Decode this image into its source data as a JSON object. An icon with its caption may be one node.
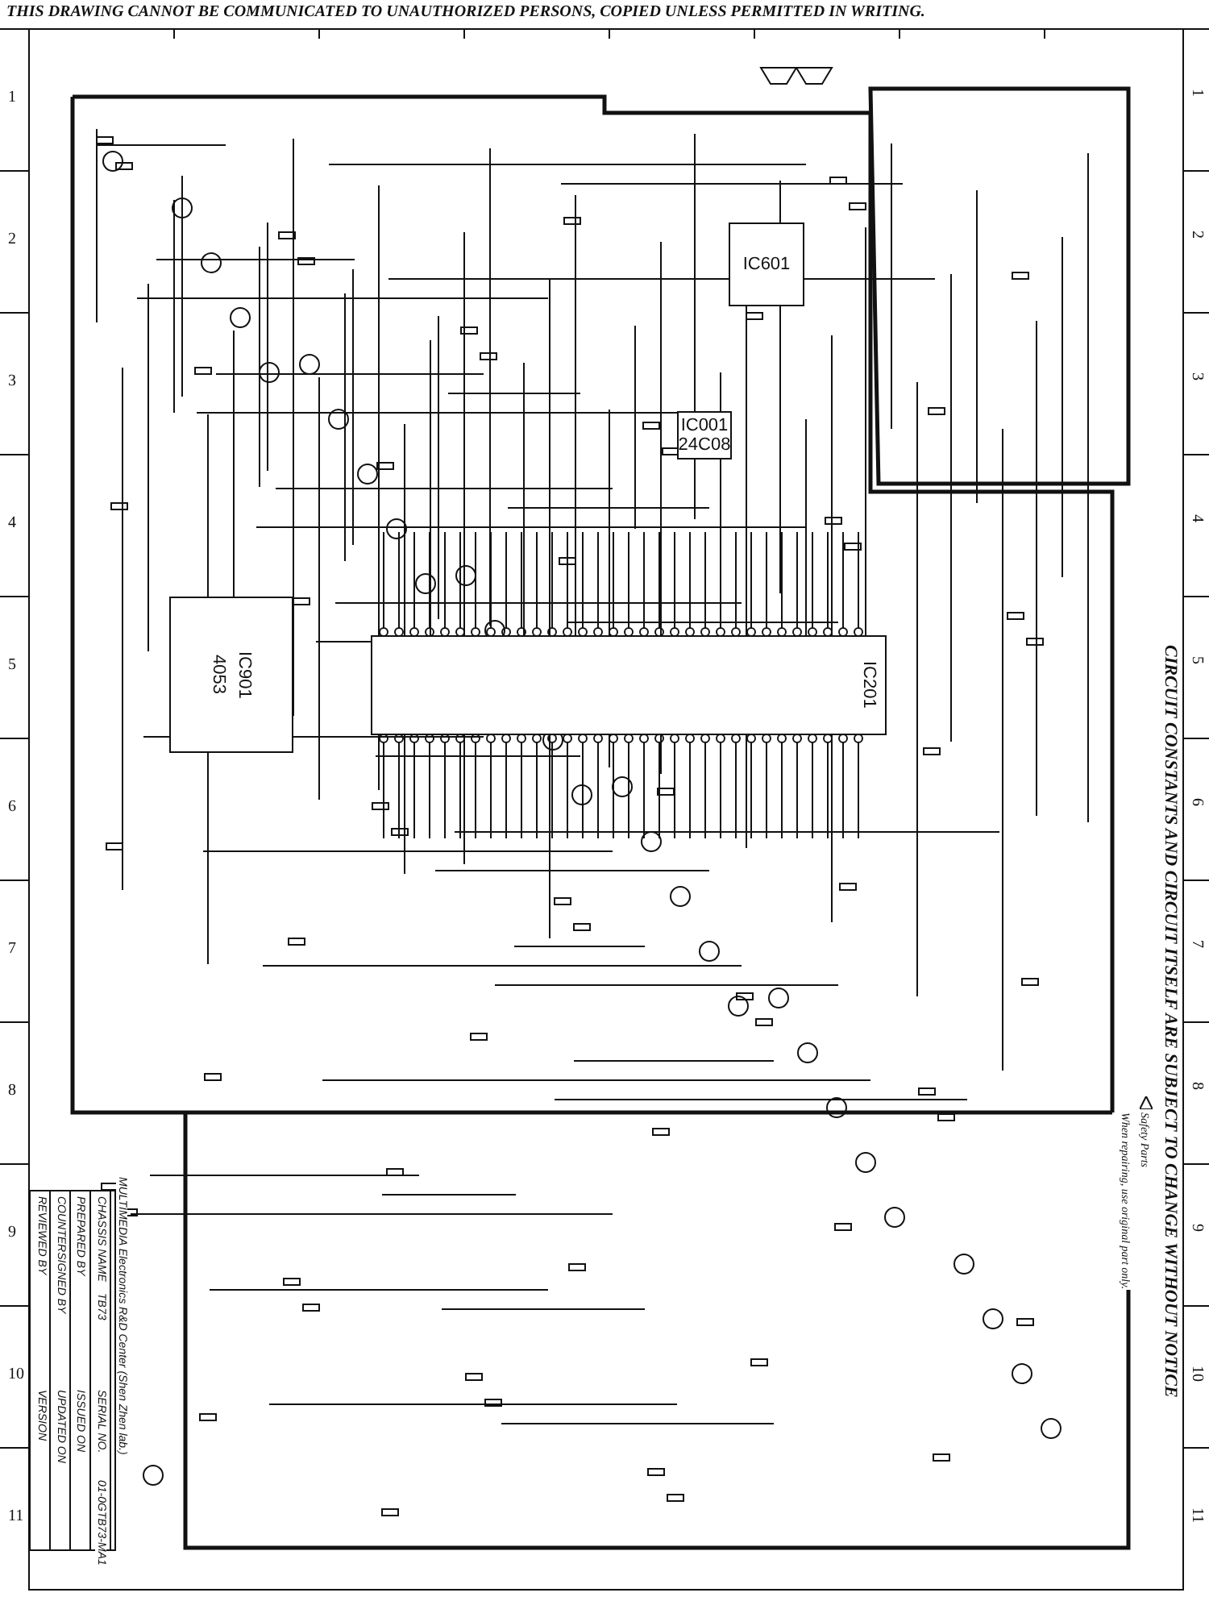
{
  "diagram": {
    "title": "THIS DRAWING CANNOT BE COMMUNICATED TO UNAUTHORIZED PERSONS, COPIED UNLESS PERMITTED IN WRITING.",
    "nodes": [
      {
        "text": [
          "IC601"
        ]
      },
      {
        "text": [
          "IC001",
          "24C08"
        ]
      },
      {
        "text": [
          "IC901",
          "4053"
        ]
      },
      {
        "text": [
          "IC201"
        ]
      }
    ],
    "labels": [
      "1",
      "2",
      "3",
      "4",
      "5",
      "6",
      "7",
      "8",
      "9",
      "10",
      "11",
      "1",
      "2",
      "3",
      "4",
      "5",
      "6",
      "7",
      "8",
      "9",
      "10",
      "11",
      "CIRCUIT CONSTANTS AND CIRCUIT ITSELF ARE SUBJECT TO CHANGE WITHOUT NOTICE",
      "Safety Parts",
      "When repairing, use original part only.",
      "MULTIMEDIA Electronics R&D Center (Shen Zhen lab.)",
      "CHASSIS NAME",
      "TB73",
      "SERIAL NO.",
      "01-0GTB73-MA1",
      "PREPARED BY",
      "ISSUED ON",
      "COUNTERSIGNED BY",
      "UPDATED ON",
      "REVIEWED BY",
      "VERSION"
    ]
  }
}
